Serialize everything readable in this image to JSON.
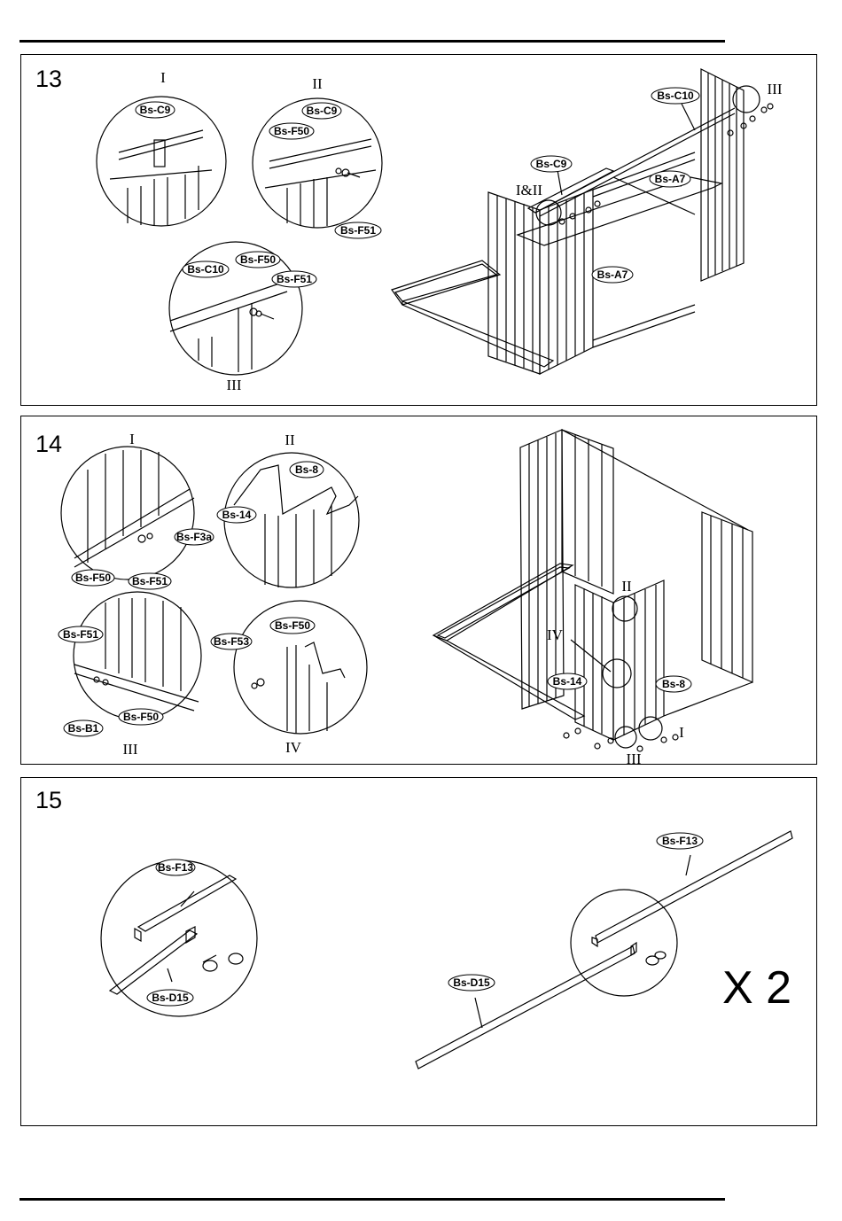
{
  "steps": [
    {
      "number": "13",
      "details": [
        {
          "roman": "I",
          "parts": [
            "Bs-C9"
          ]
        },
        {
          "roman": "II",
          "parts": [
            "Bs-C9",
            "Bs-F50",
            "Bs-F51"
          ]
        },
        {
          "roman": "III",
          "parts": [
            "Bs-C10",
            "Bs-F50",
            "Bs-F51"
          ]
        }
      ],
      "main_view": {
        "parts": [
          "Bs-C10",
          "Bs-C9",
          "Bs-A7",
          "Bs-A7"
        ],
        "callouts": [
          "III",
          "I&II"
        ]
      }
    },
    {
      "number": "14",
      "details": [
        {
          "roman": "I",
          "parts": [
            "Bs-F3a",
            "Bs-F50",
            "Bs-F51"
          ]
        },
        {
          "roman": "II",
          "parts": [
            "Bs-8",
            "Bs-14"
          ]
        },
        {
          "roman": "III",
          "parts": [
            "Bs-F51",
            "Bs-B1",
            "Bs-F50"
          ]
        },
        {
          "roman": "IV",
          "parts": [
            "Bs-F53",
            "Bs-F50"
          ]
        }
      ],
      "main_view": {
        "parts": [
          "Bs-14",
          "Bs-8"
        ],
        "callouts": [
          "II",
          "IV",
          "I",
          "III"
        ]
      }
    },
    {
      "number": "15",
      "details": [
        {
          "roman": "",
          "parts": [
            "Bs-F13",
            "Bs-D15"
          ]
        }
      ],
      "main_view": {
        "parts": [
          "Bs-F13",
          "Bs-D15"
        ],
        "callouts": []
      },
      "multiplier": "X 2"
    }
  ]
}
